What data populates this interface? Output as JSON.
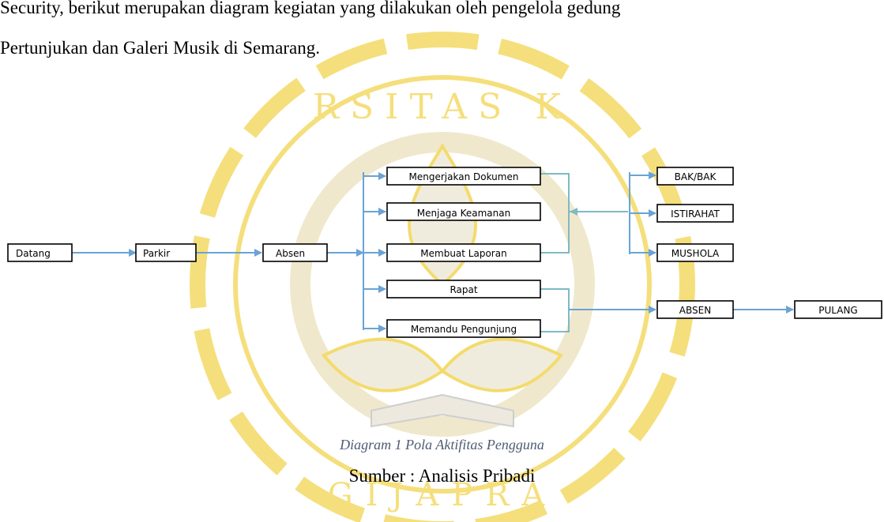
{
  "paragraph": {
    "line1": "Security, berikut merupakan diagram kegiatan yang dilakukan oleh pengelola gedung",
    "line2": "Pertunjukan dan Galeri Musik di Semarang."
  },
  "watermark": {
    "text_top": "UNIVERSITAS KATOLIK",
    "text_bottom": "SOEGIJAPRANATA",
    "color": "#f0d34a"
  },
  "diagram": {
    "start": "Datang",
    "parking": "Parkir",
    "check_in": "Absen",
    "activities": [
      "Mengerjakan Dokumen",
      "Menjaga Keamanan",
      "Membuat Laporan",
      "Rapat",
      "Memandu Pengunjung"
    ],
    "breaks": [
      "BAK/BAK",
      "ISTIRAHAT",
      "MUSHOLA"
    ],
    "check_out": "ABSEN",
    "end": "PULANG",
    "colors": {
      "connector": "#6aa3d6",
      "connector_alt": "#7fb9c4"
    }
  },
  "caption": {
    "title": "Diagram 1 Pola Aktifitas Pengguna",
    "source": "Sumber : Analisis Pribadi"
  }
}
